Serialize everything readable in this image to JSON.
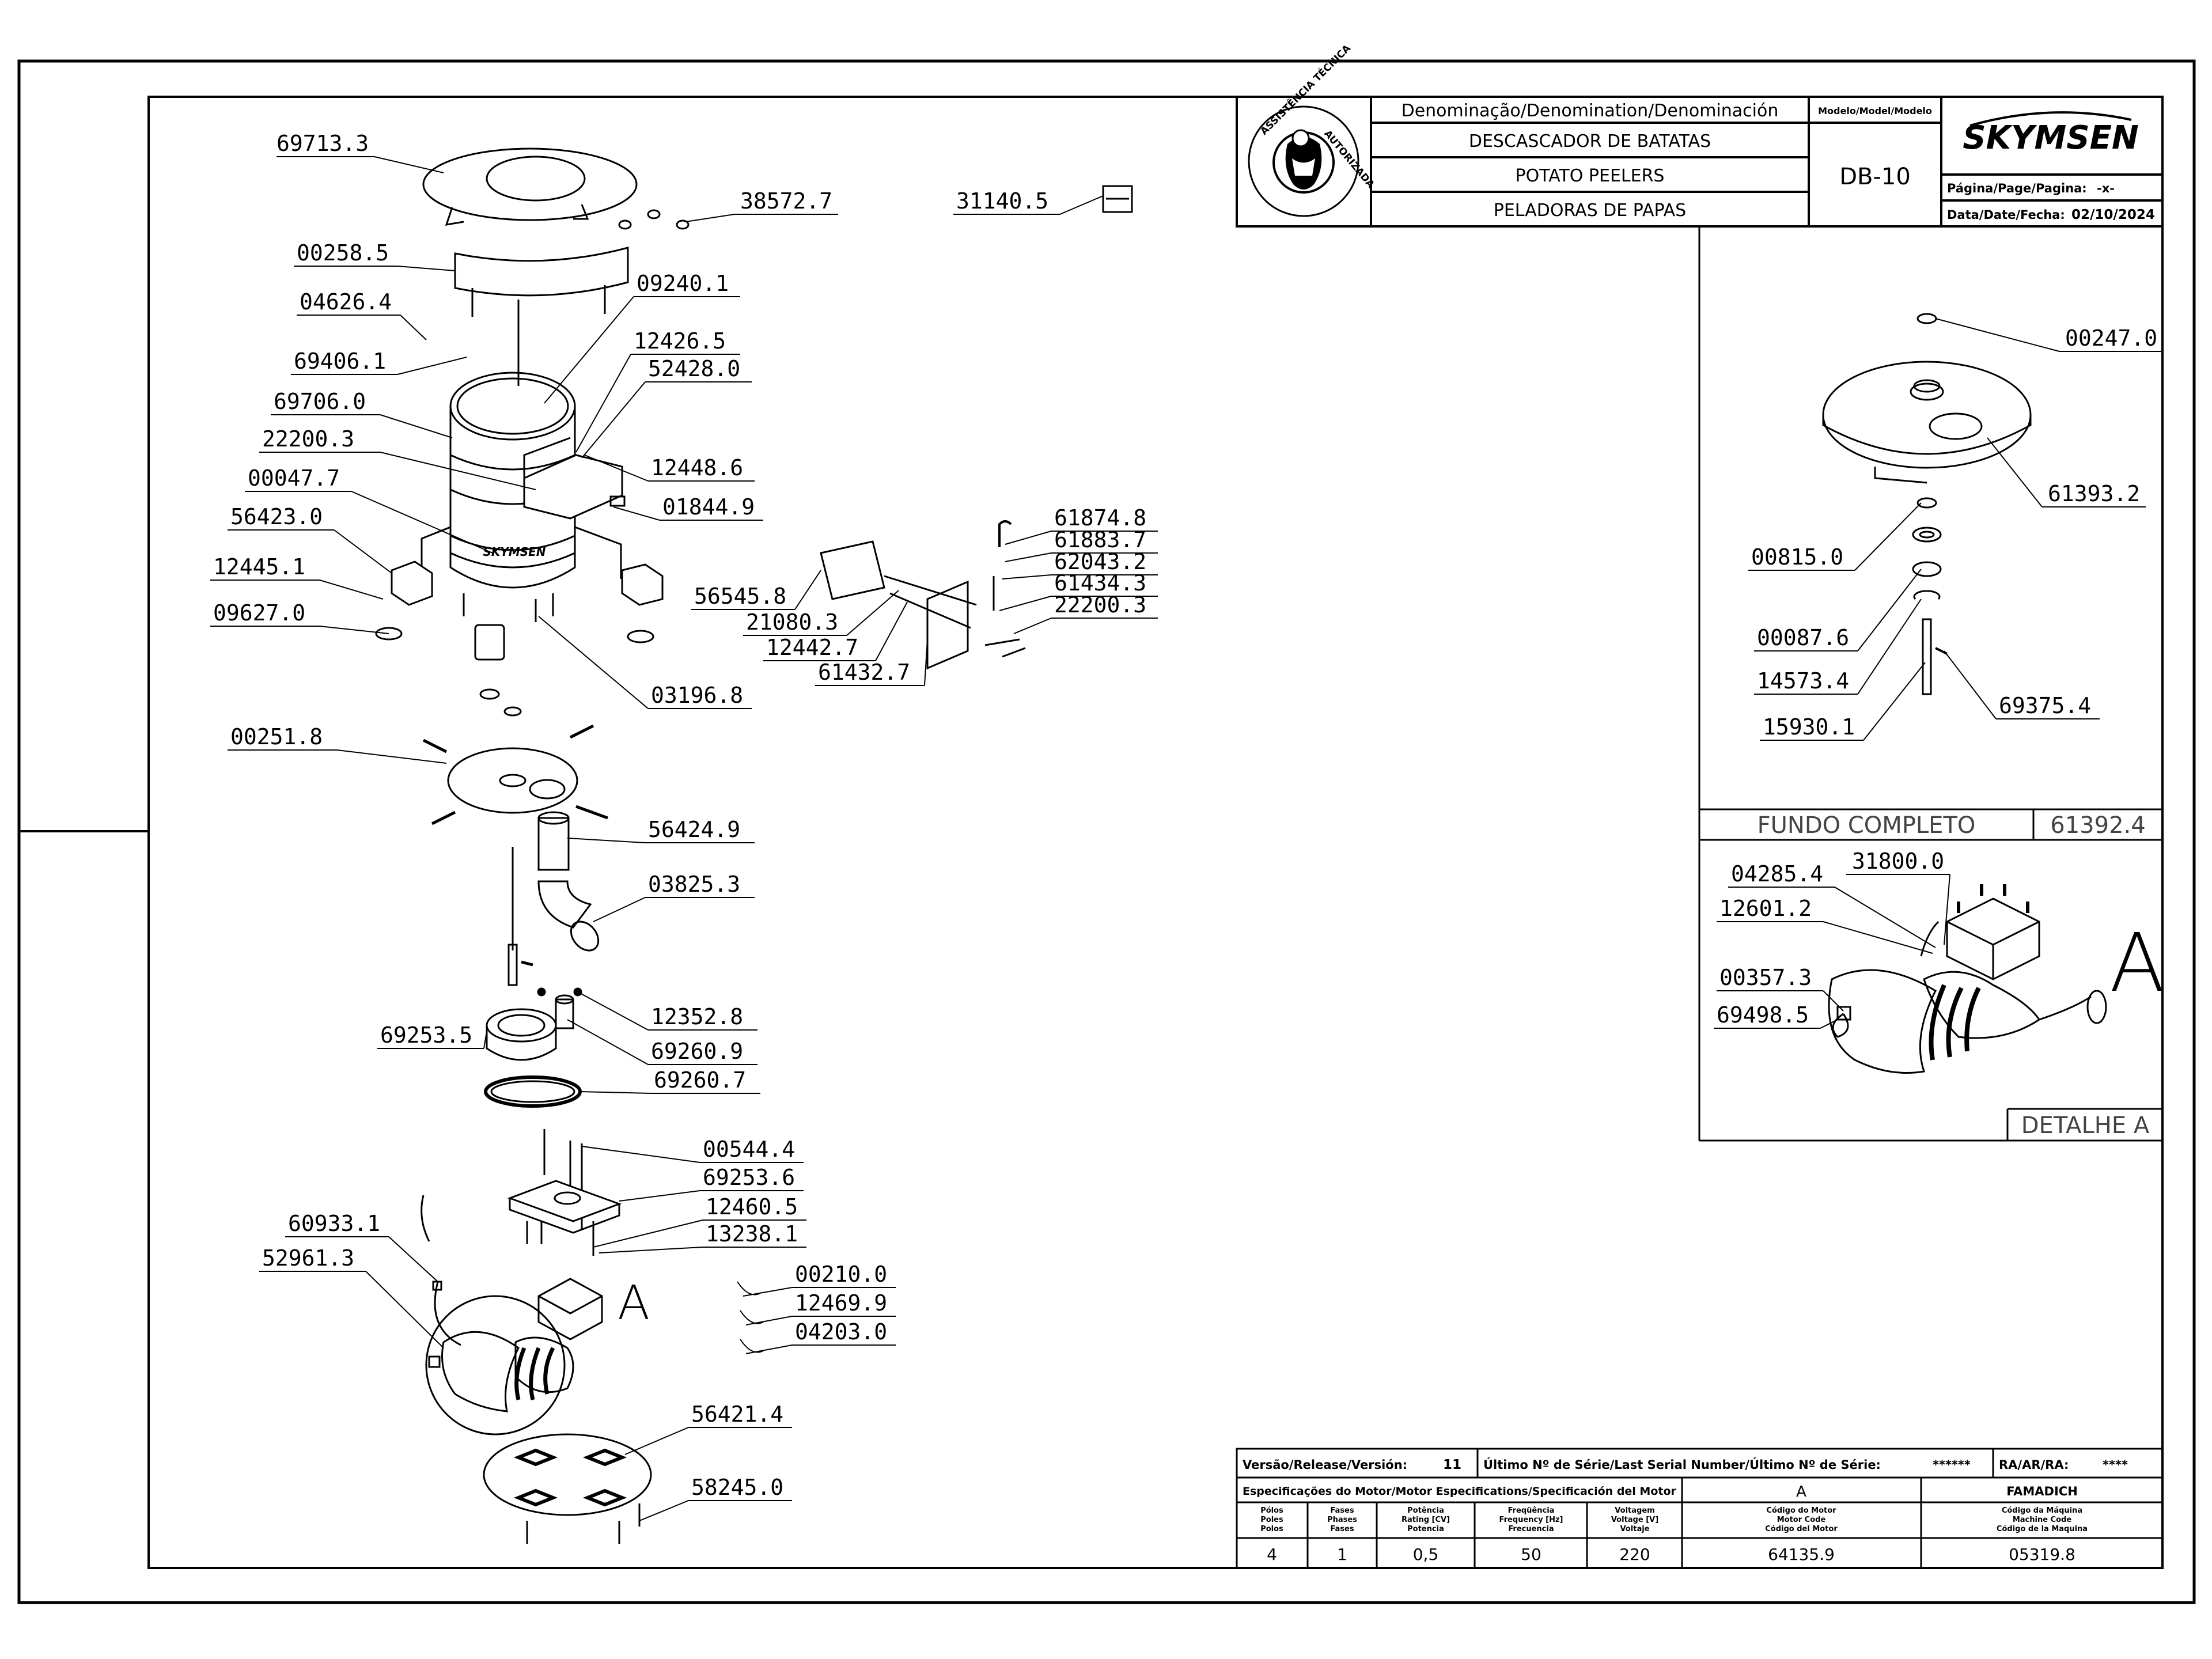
{
  "title_block": {
    "denomination_header": "Denominação/Denomination/Denominación",
    "name_pt": "DESCASCADOR DE BATATAS",
    "name_en": "POTATO PEELERS",
    "name_es": "PELADORAS DE PAPAS",
    "model_header": "Modelo/Model/Modelo",
    "model": "DB-10",
    "brand": "SKYMSEN",
    "page_label": "Página/Page/Pagina:",
    "page_value": "-x-",
    "date_label": "Data/Date/Fecha:",
    "date_value": "02/10/2024",
    "seal_text_1": "ASSISTÊNCIA TÉCNICA",
    "seal_text_2": "AUTORIZADA"
  },
  "bottom_block": {
    "version_label": "Versão/Release/Versión:",
    "version_value": "11",
    "last_serial_label": "Último Nº de Série/Last Serial Number/Último Nº de Série:",
    "last_serial_value": "******",
    "ra_label": "RA/AR/RA:",
    "ra_value": "****",
    "motor_spec_label": "Especificações do Motor/Motor Especifications/Specificación del Motor",
    "motor_group": "A",
    "manufacturer": "FAMADICH",
    "headers": [
      [
        "Pólos",
        "Poles",
        "Polos"
      ],
      [
        "Fases",
        "Phases",
        "Fases"
      ],
      [
        "Potência",
        "Rating [CV]",
        "Potencia"
      ],
      [
        "Freqüência",
        "Frequency [Hz]",
        "Frecuencia"
      ],
      [
        "Voltagem",
        "Voltage [V]",
        "Voltaje"
      ],
      [
        "Código do Motor",
        "Motor Code",
        "Código del Motor"
      ],
      [
        "Código da Máquina",
        "Machine Code",
        "Código de la Maquina"
      ]
    ],
    "values": [
      "4",
      "1",
      "0,5",
      "50",
      "220",
      "64135.9",
      "05319.8"
    ]
  },
  "detail_panels": {
    "fundo_label": "FUNDO COMPLETO",
    "fundo_code": "61392.4",
    "detail_label": "DETALHE A",
    "detail_letter": "A",
    "main_letter": "A",
    "tub_logo": "SKYMSEN"
  },
  "main_labels": [
    "69713.3",
    "38572.7",
    "31140.5",
    "00258.5",
    "04626.4",
    "09240.1",
    "69406.1",
    "12426.5",
    "52428.0",
    "69706.0",
    "22200.3",
    "12448.6",
    "00047.7",
    "01844.9",
    "56423.0",
    "12445.1",
    "09627.0",
    "03196.8",
    "56545.8",
    "21080.3",
    "12442.7",
    "61432.7",
    "61874.8",
    "61883.7",
    "62043.2",
    "61434.3",
    "22200.3",
    "00251.8",
    "56424.9",
    "03825.3",
    "12352.8",
    "69253.5",
    "69260.9",
    "69260.7",
    "00544.4",
    "69253.6",
    "12460.5",
    "13238.1",
    "60933.1",
    "52961.3",
    "00210.0",
    "12469.9",
    "04203.0",
    "56421.4",
    "58245.0"
  ],
  "fundo_labels": [
    "00247.0",
    "61393.2",
    "00815.0",
    "00087.6",
    "14573.4",
    "15930.1",
    "69375.4"
  ],
  "detail_labels": [
    "31800.0",
    "04285.4",
    "12601.2",
    "00357.3",
    "69498.5"
  ]
}
